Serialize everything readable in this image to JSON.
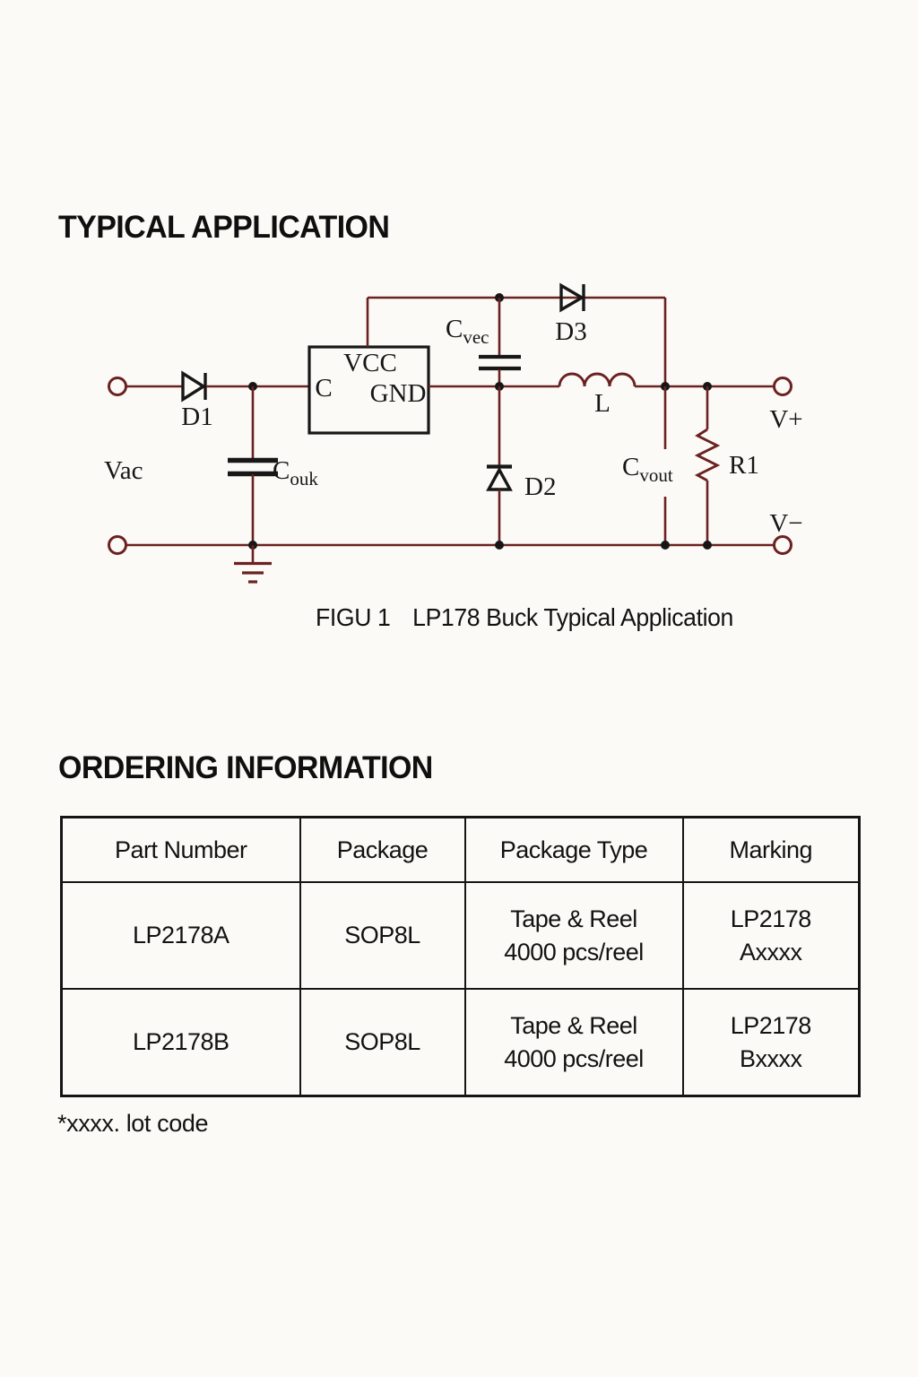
{
  "page": {
    "typical_application_title": "TYPICAL APPLICATION",
    "ordering_information_title": "ORDERING INFORMATION",
    "figure_caption_label": "FIGU 1",
    "figure_caption_text": "LP178 Buck Typical Application",
    "footnote": "*xxxx. lot code"
  },
  "circuit": {
    "source_label": "Vac",
    "diode_d1": "D1",
    "cap_bulk_main": "C",
    "cap_bulk_sub": "ouk",
    "ic_pin_vcc": "VCC",
    "ic_pin_c": "C",
    "ic_pin_gnd": "GND",
    "cap_vcc_main": "C",
    "cap_vcc_sub": "vec",
    "diode_d3": "D3",
    "inductor_label": "L",
    "diode_d2": "D2",
    "cap_out_main": "C",
    "cap_out_sub": "vout",
    "resistor_r1": "R1",
    "output_positive": "V+",
    "output_negative": "V−",
    "wire_color": "#6b2121",
    "symbol_color": "#171717"
  },
  "ordering_table": {
    "headers": [
      "Part Number",
      "Package",
      "Package Type",
      "Marking"
    ],
    "rows": [
      {
        "part": "LP2178A",
        "package": "SOP8L",
        "type_line1": "Tape & Reel",
        "type_line2": "4000 pcs/reel",
        "mark_line1": "LP2178",
        "mark_line2": "Axxxx"
      },
      {
        "part": "LP2178B",
        "package": "SOP8L",
        "type_line1": "Tape & Reel",
        "type_line2": "4000 pcs/reel",
        "mark_line1": "LP2178",
        "mark_line2": "Bxxxx"
      }
    ]
  }
}
